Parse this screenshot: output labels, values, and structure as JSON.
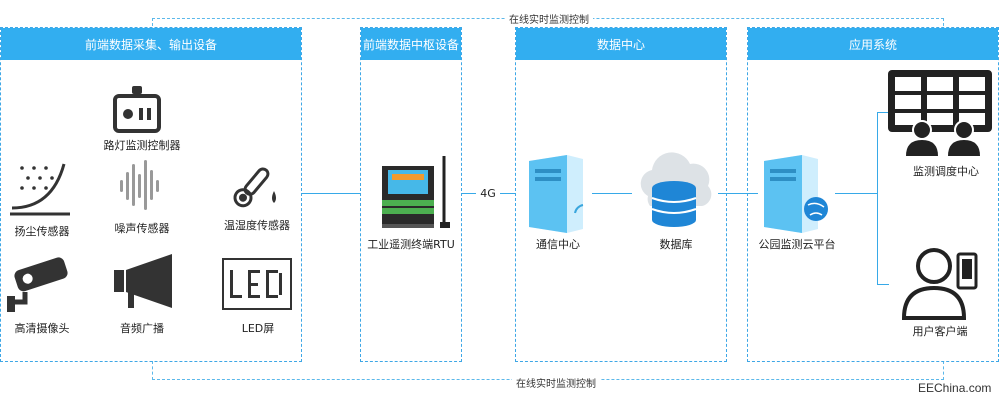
{
  "top_loop_label": "在线实时监测控制",
  "bottom_loop_label": "在线实时监测控制",
  "link_label": "4G",
  "panels": {
    "frontend": "前端数据采集、输出设备",
    "hub": "前端数据中枢设备",
    "datacenter": "数据中心",
    "apps": "应用系统"
  },
  "devices": {
    "streetlight_controller": "路灯监测控制器",
    "dust_sensor": "扬尘传感器",
    "noise_sensor": "噪声传感器",
    "temp_humidity_sensor": "温湿度传感器",
    "hd_camera": "高清摄像头",
    "audio_broadcast": "音频广播",
    "led_screen": "LED屏",
    "rtu": "工业遥测终端RTU",
    "comm_center": "通信中心",
    "database": "数据库",
    "cloud_platform": "公园监测云平台",
    "dispatch_center": "监测调度中心",
    "user_client": "用户客户端"
  },
  "watermark": "EEChina.com",
  "colors": {
    "accent": "#32aef0",
    "line": "#37a9e8",
    "icon_dark": "#333333",
    "server_blue": "#5cc2f2"
  }
}
